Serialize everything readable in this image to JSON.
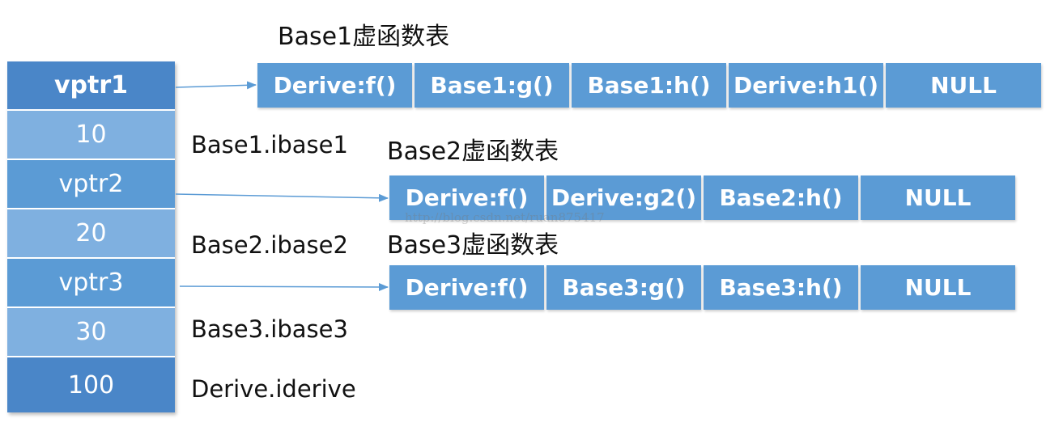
{
  "tables": [
    {
      "title": "Base1虚函数表",
      "slots": [
        "Derive:f()",
        "Base1:g()",
        "Base1:h()",
        "Derive:h1()",
        "NULL"
      ]
    },
    {
      "title": "Base2虚函数表",
      "slots": [
        "Derive:f()",
        "Derive:g2()",
        "Base2:h()",
        "NULL"
      ]
    },
    {
      "title": "Base3虚函数表",
      "slots": [
        "Derive:f()",
        "Base3:g()",
        "Base3:h()",
        "NULL"
      ]
    }
  ],
  "memory": [
    "vptr1",
    "10",
    "vptr2",
    "20",
    "vptr3",
    "30",
    "100"
  ],
  "labels": [
    "Base1.ibase1",
    "Base2.ibase2",
    "Base3.ibase3",
    "Derive.iderive"
  ],
  "watermark": "http://blog.csdn.net/ruan875417",
  "colors": {
    "cell_dark": "#4a86c8",
    "cell_mid": "#5b9bd5",
    "cell_light": "#7fb0e0",
    "arrow": "#5b9bd5"
  }
}
